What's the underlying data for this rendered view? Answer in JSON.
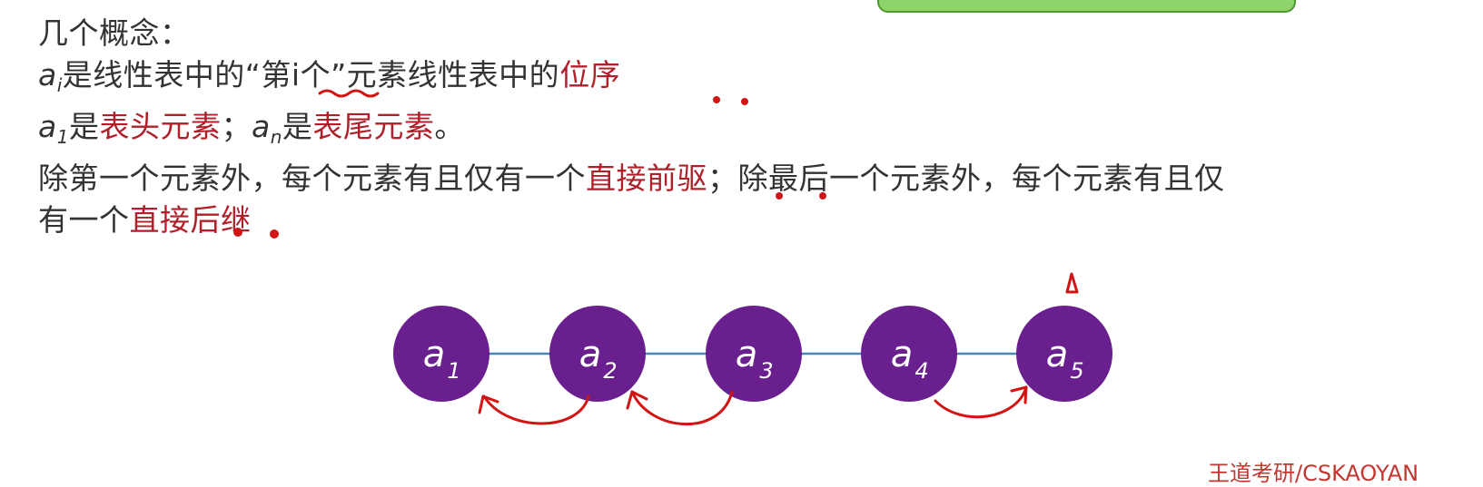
{
  "concepts": {
    "title": "几个概念：",
    "line1": {
      "var": "a",
      "sub": "i",
      "pre": "是线性表中的“",
      "underlined": "第i个",
      "post": "”元素线性表中的",
      "hl": "位序"
    },
    "line2": {
      "var1": "a",
      "sub1": "1",
      "t1": "是",
      "hl1": "表头元素",
      "t2": "；",
      "var2": "a",
      "sub2": "n",
      "t3": "是",
      "hl2": "表尾元素",
      "t4": "。"
    },
    "line3": {
      "t1": "除第一个元素外，每个元素有且仅有一个",
      "hl1": "直接前驱",
      "t2": "；除最后一个元素外，每个元素有且仅"
    },
    "line4": {
      "t1": "有一个",
      "hl1": "直接后继"
    }
  },
  "diagram": {
    "nodes": [
      {
        "var": "a",
        "sub": "1"
      },
      {
        "var": "a",
        "sub": "2"
      },
      {
        "var": "a",
        "sub": "3"
      },
      {
        "var": "a",
        "sub": "4"
      },
      {
        "var": "a",
        "sub": "5"
      }
    ],
    "node_color": "#6a1f8f",
    "link_color": "#4a86b8"
  },
  "ink_color": "#d21414",
  "footer": "王道考研/CSKAOYAN"
}
